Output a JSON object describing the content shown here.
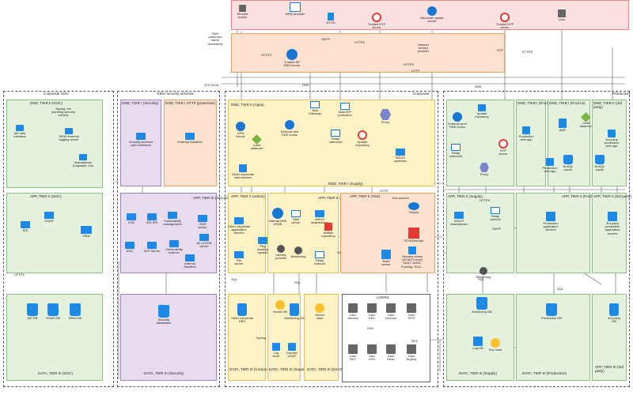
{
  "zones": {
    "internet": "Internet\nservice\nprovider",
    "corporate_soc": "Corporate SOC",
    "other_security": "Other security services",
    "corporate": "Corporate",
    "production": "Production",
    "dmz2_soc": "DMZ, TIER II (SOC)",
    "dmz1_security": "DMZ, TIER I (Security)",
    "dmz2_http": "DMZ, TIER I HTTP (protection)",
    "dmz2_apps": "DMZ, TIER II (Apps)",
    "dmz1_supply": "DMZ, TIER I (Supply)",
    "dmz1_prod": "DMZ, TIER I\n(Prod ext)",
    "dmz_prod_int": "DMZ, TIER I\n(Prod int)",
    "dmz_3rdparty": "DMZ, TIER II (3rd party)",
    "app_soc": "APP, TIER II (SOC)",
    "app_security": "APP, TIER III\n(Security)",
    "app_admin": "APP, TIER II\n(Admin)",
    "app_supply": "APP, TIER II\n(Supply)",
    "app_test": "APP, TIER II (Test)",
    "app_supply2": "APP, TIER II (Supply)",
    "app_prod": "APP, TIER II (Prod)",
    "app_3rd": "APP, TIER II\n(3rd party)",
    "data_soc": "DATA, TIER III (SOC)",
    "data_security": "DATA, TIER III (Security)",
    "data_corp": "DATA, TIER\nIII (Corporate)",
    "data_supply": "DATA, TIER\nIII (Supply)",
    "data_devops": "DATA, TIER\nIII (DevOps)",
    "data_supply2": "DATA, TIER III (Supply)",
    "data_prod": "DATA, TIER III (Production)",
    "data_3rd": "APP, TIER III (3rd\nparty)",
    "users": "USERS"
  },
  "nodes": {
    "remote_worker": "Remote\nworker",
    "mdm": "MDM provider",
    "byod": "BYOD",
    "trusted_ntp": "Trusted NTP\nserver",
    "ms_update": "Microsoft update\nserver",
    "trusted_ntp2": "Trusted NTP\nserver",
    "user_top": "User",
    "dns_dummy": "DNS\n(unknown\nname\nresolution)",
    "trusted_dns": "Trusted SP\nDNS server",
    "vpn": "VPN",
    "siem_edge": "SIEM external\nlogging server",
    "iap_web": "IAP web\ninterface",
    "syslog": "Syslog, etc\n(sending security\nevents)",
    "normalizer": "Normalizator\n(Logstash, etc)",
    "sec_services": "Security services\nweb interfaces",
    "ext_sandbox": "External Sandbox",
    "vpn_server": "VPN\nServer",
    "load_balancer": "Load\nbalancer",
    "ext_dns": "External dns\nDNS zones",
    "mail_gw": "Mail\nGateway",
    "mail_atp": "Mail ATP\nprotection",
    "wsus_up": "WSUS\nupstream",
    "proxy": "Proxy",
    "relay": "Relay\noutbound",
    "update_repo": "Update\nrepository",
    "other_corp_web": "Other corporate\nweb servers",
    "int_dns": "Internal DNS\nZONE",
    "mail_server": "Mail\nserver",
    "wsus_down": "WSUS\ndownstream",
    "artifact_repo": "Artifact\nrepository",
    "other_corp_app": "Other corporate\napplication\nservers",
    "file_server": "File\nserver",
    "pkg_repo": "Pkg\ntracking\nsystem",
    "identity": "Identity\nprovider",
    "monitoring": "Monitoring",
    "relay_int": "Relay\ninternal",
    "deploy": "Deploy",
    "scm": "SCM/DevOps",
    "build_server": "Build\nserver",
    "sec_scans": "Security scans\n(SCM/CI level)\nSAST, DAST,\nFuzzing, SCA...",
    "test_servers": "Test servers",
    "soar": "SOAR",
    "ids": "IDS",
    "siem": "SIEM",
    "ntaia": "NTA",
    "ids_ips": "IDS IPS",
    "vuln_mgmt": "Vulnerability\nmanagement",
    "xdr": "XDR\nserver",
    "av_edr": "AV or EDR\nserver",
    "soc_app": "SOC",
    "dlp": "DLP Server",
    "vuln_scanner": "Vulnerability\nscanner",
    "int_sandbox": "Internal\nSandbox",
    "iap_db": "IAP DB",
    "soar_db": "SOAR DB",
    "siem_db": "SIEM DB",
    "sec_db": "Security\ndatabases",
    "other_corp_db": "Other corporate\nDB's",
    "secret_db": "Secret DB",
    "monitoring_db": "Monitoring DB",
    "secret_vault": "Secret\nVault",
    "log_store": "Log\nstore",
    "domain_ldap": "Domain\nLDAP",
    "wsus_down2": "WSUS\ndownstream",
    "relay_int2": "Relay\ninternal",
    "monitoring2": "Monitoring",
    "monitoring_db2": "Monitoring DB",
    "log_db": "Log DB",
    "key_vault": "Key vault",
    "prod_db": "Production DB",
    "third_db": "3rd party\nDB",
    "ext_prod_dns": "External prod\nDNS zones",
    "update_repo2": "Update\nrepository",
    "relay_out2": "Relay\noutbound",
    "proxy2": "Proxy",
    "ntp_server2": "NTP\nserver",
    "prod_web": "Production\nweb app",
    "prod_web2": "Production\nweb app",
    "load_bal2": "Load\nbalancer",
    "waf": "WAF",
    "nosql": "NoSQL\ncache",
    "nosql2": "NoSQL\ncache",
    "third_web": "3rd party\nproduction\nweb app",
    "prod_app": "Production\napplication\nservers",
    "third_app": "3rd party\nproduction\napplication\nservers",
    "ntp_server": "NTP\nserver"
  },
  "users": [
    "User\nAdmins",
    "User\nDEV",
    "User\nDevOps",
    "User\nTEST",
    "User\nSEC",
    "User\nVIPs",
    "User\nOther",
    "User\nAnykey"
  ],
  "links": {
    "https": "HTTPS",
    "http": "HTTP",
    "smtp": "SMTP",
    "dns": "DNS",
    "ntp": "NTP",
    "sql": "SQL",
    "tcp3128": "TCP 3128",
    "syslog": "Syslog",
    "git": "Git",
    "ssh": "SSH",
    "nfs": "NFS",
    "cli": "CLI"
  }
}
